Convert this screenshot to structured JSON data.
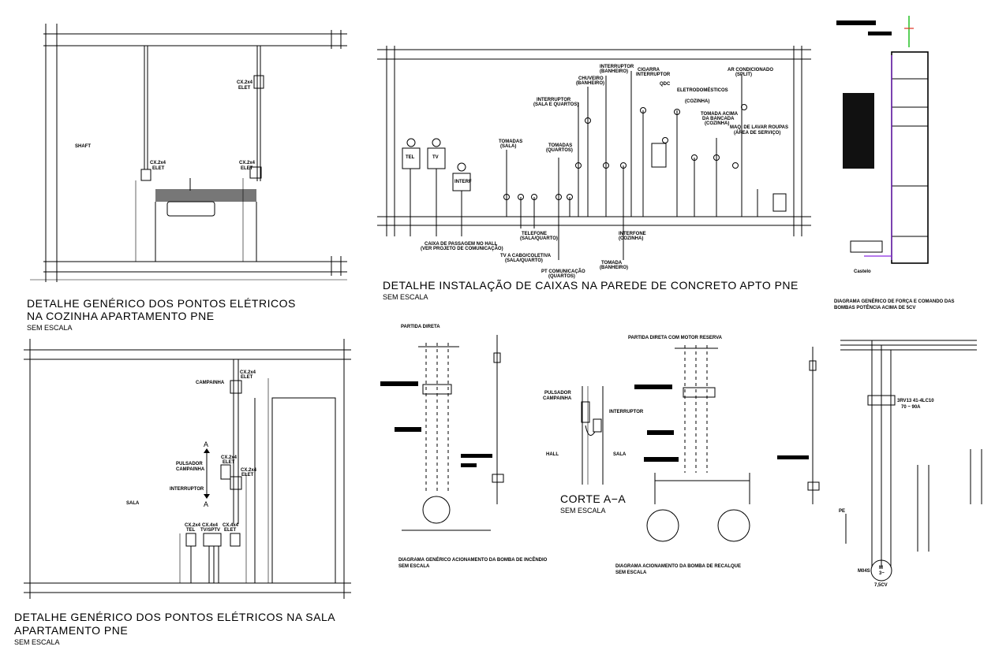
{
  "colors": {
    "ink": "#000000",
    "accent_green": "#22c022",
    "accent_red": "#e03020",
    "accent_purple": "#8a2be2",
    "accent_blue": "#1e50c8"
  },
  "kitchen": {
    "title_line1": "DETALHE GENÉRICO DOS PONTOS ELÉTRICOS",
    "title_line2": "NA COZINHA APARTAMENTO PNE",
    "scale": "SEM ESCALA",
    "shaft": "SHAFT",
    "box_top": "CX.2x4",
    "box_top2": "ELET",
    "box_left": "CX.2x4",
    "box_left2": "ELET",
    "box_right": "CX.2x4",
    "box_right2": "ELET"
  },
  "wall": {
    "title": "DETALHE INSTALAÇÃO DE CAIXAS NA PAREDE DE CONCRETO APTO PNE",
    "scale": "SEM ESCALA",
    "labels": {
      "interruptor_banheiro": "INTERRUPTOR",
      "interruptor_banheiro2": "(BANHEIRO)",
      "chuveiro": "CHUVEIRO",
      "chuveiro2": "(BANHEIRO)",
      "cigarra": "CIGARRA",
      "cigarra2": "INTERRUPTOR",
      "ar": "AR CONDICIONADO",
      "ar2": "(SPLIT)",
      "interruptor_sala": "INTERRUPTOR",
      "interruptor_sala2": "(SALA E QUARTOS)",
      "qdc": "QDC",
      "eletro": "ELETRODOMÉSTICOS",
      "eletro2": "(COZINHA)",
      "tomada_bancada": "TOMADA ACIMA",
      "tomada_bancada2": "DA BANCADA",
      "tomada_bancada3": "(COZINHA)",
      "maq": "MAQ. DE LAVAR ROUPAS",
      "maq2": "(ÁREA DE SERVIÇO)",
      "tomadas_sala": "TOMADAS",
      "tomadas_sala2": "(SALA)",
      "tomadas_quartos": "TOMADAS",
      "tomadas_quartos2": "(QUARTOS)",
      "tel": "TEL",
      "tv": "TV",
      "interfone_box": "INTERF",
      "caixa_passagem": "CAIXA DE PASSAGEM NO HALL",
      "caixa_passagem2": "(VER PROJETO DE COMUNICAÇÃO)",
      "telefone": "TELEFONE",
      "telefone2": "(SALA/QUARTO)",
      "tv_cabo": "TV A CABO/COLETIVA",
      "tv_cabo2": "(SALA/QUARTO)",
      "pt_com": "PT COMUNICAÇÃO",
      "pt_com2": "(QUARTOS)",
      "interfone": "INTERFONE",
      "interfone2": "(COZINHA)",
      "tomada_banheiro": "TOMADA",
      "tomada_banheiro2": "(BANHEIRO)"
    }
  },
  "sala": {
    "title_line1": "DETALHE GENÉRICO DOS PONTOS ELÉTRICOS NA SALA",
    "title_line2": "APARTAMENTO PNE",
    "scale": "SEM ESCALA",
    "campainha": "CAMPAINHA",
    "box_campainha": "CX.2x4",
    "box_campainha2": "ELET",
    "pulsador": "PULSADOR",
    "pulsador2": "CAMPAINHA",
    "box_mid": "CX.2x4",
    "box_mid2": "ELET",
    "box_mid3": "CX.2x4",
    "box_mid4": "ELET",
    "interruptor": "INTERRUPTOR",
    "sala": "SALA",
    "section_mark": "A",
    "box_tel": "CX.2x4",
    "box_tel2": "TEL",
    "box_tv": "CX.4x4",
    "box_tv2": "TV/SPTV",
    "box_tom": "CX.4x4",
    "box_tom2": "ELET"
  },
  "bomba_incendio": {
    "heading": "PARTIDA DIRETA",
    "caption": "DIAGRAMA GENÉRICO ACIONAMENTO DA BOMBA DE INCÊNDIO",
    "scale": "SEM ESCALA"
  },
  "corte": {
    "pulsador": "PULSADOR",
    "pulsador2": "CAMPAINHA",
    "interruptor": "INTERRUPTOR",
    "hall": "HALL",
    "sala": "SALA",
    "title": "CORTE A−A",
    "scale": "SEM ESCALA"
  },
  "recalque": {
    "heading": "PARTIDA DIRETA COM MOTOR RESERVA",
    "caption": "DIAGRAMA ACIONAMENTO DA BOMBA DE RECALQUE",
    "scale": "SEM ESCALA"
  },
  "forca": {
    "caption_line1": "DIAGRAMA GENÉRICO DE FORÇA E COMANDO DAS",
    "caption_line2": "BOMBAS POTÊNCIA ACIMA DE 5CV",
    "castelo": "Castelo",
    "relay": "3RV13 41-4LC10",
    "relay2": "70 ~ 90A",
    "pe": "PE",
    "motor_m": "M",
    "motor_3": "3~",
    "motor_cv": "7,5CV",
    "motor_id": "M04S"
  }
}
